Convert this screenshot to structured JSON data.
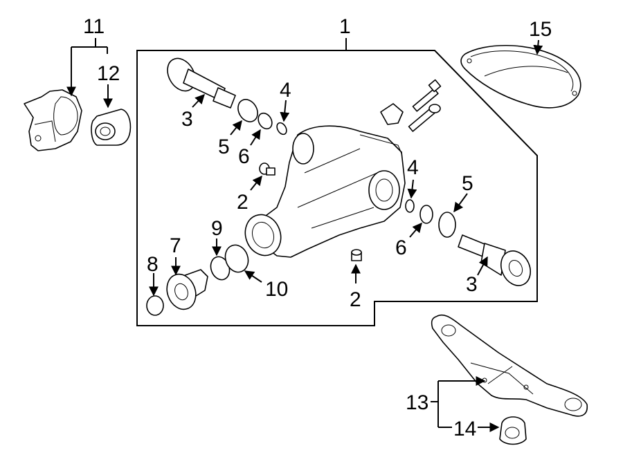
{
  "callouts": {
    "c1": "1",
    "c2a": "2",
    "c2b": "2",
    "c3a": "3",
    "c3b": "3",
    "c4a": "4",
    "c4b": "4",
    "c5a": "5",
    "c5b": "5",
    "c6a": "6",
    "c6b": "6",
    "c7": "7",
    "c8": "8",
    "c9": "9",
    "c10": "10",
    "c11": "11",
    "c12": "12",
    "c13": "13",
    "c14": "14",
    "c15": "15"
  }
}
